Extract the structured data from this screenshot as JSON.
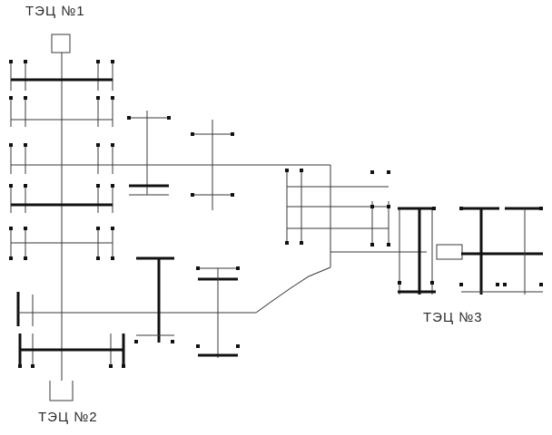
{
  "labels": {
    "tec1": "ТЭЦ №1",
    "tec2": "ТЭЦ №2",
    "tec3": "ТЭЦ №3"
  },
  "colors": {
    "line": "#3a3a3a",
    "bus": "#111111",
    "background": "#ffffff"
  }
}
